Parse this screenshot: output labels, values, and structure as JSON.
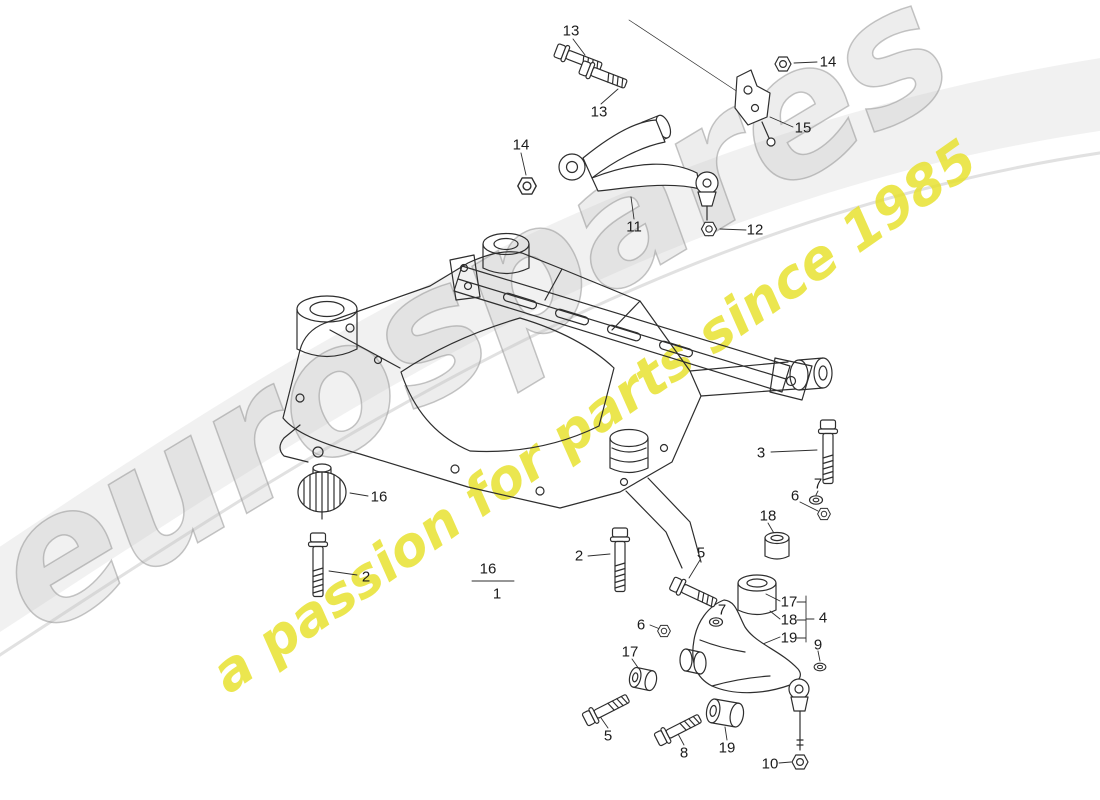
{
  "watermark": {
    "brand": "eurospares",
    "tagline": "a passion for parts since 1985",
    "brand_color": "#b4b4b4",
    "tagline_color": "#e6e028"
  },
  "callouts": [
    {
      "label": "13",
      "part": "hex-bolt"
    },
    {
      "label": "13",
      "part": "hex-bolt"
    },
    {
      "label": "14",
      "part": "hex-nut"
    },
    {
      "label": "15",
      "part": "mount-bracket"
    },
    {
      "label": "14",
      "part": "hex-nut"
    },
    {
      "label": "11",
      "part": "upper-control-arm"
    },
    {
      "label": "12",
      "part": "ball-joint-nut"
    },
    {
      "label": "3",
      "part": "hex-bolt"
    },
    {
      "label": "7",
      "part": "washer"
    },
    {
      "label": "6",
      "part": "hex-nut"
    },
    {
      "label": "18",
      "part": "rubber-bushing"
    },
    {
      "label": "16",
      "part": "subframe-mount"
    },
    {
      "label": "2",
      "part": "hex-bolt"
    },
    {
      "label": "16",
      "part": "subframe-mount"
    },
    {
      "label": "1",
      "part": "subframe-crossmember"
    },
    {
      "label": "2",
      "part": "hex-bolt"
    },
    {
      "label": "5",
      "part": "hex-bolt"
    },
    {
      "label": "17",
      "part": "rubber-bushing"
    },
    {
      "label": "18",
      "part": "rubber-bushing"
    },
    {
      "label": "19",
      "part": "rubber-bushing"
    },
    {
      "label": "4",
      "part": "lower-control-arm"
    },
    {
      "label": "7",
      "part": "washer"
    },
    {
      "label": "6",
      "part": "hex-nut"
    },
    {
      "label": "17",
      "part": "rubber-bushing"
    },
    {
      "label": "9",
      "part": "washer"
    },
    {
      "label": "5",
      "part": "hex-bolt"
    },
    {
      "label": "8",
      "part": "hex-bolt"
    },
    {
      "label": "19",
      "part": "rubber-bushing"
    },
    {
      "label": "10",
      "part": "ball-joint-nut"
    }
  ]
}
